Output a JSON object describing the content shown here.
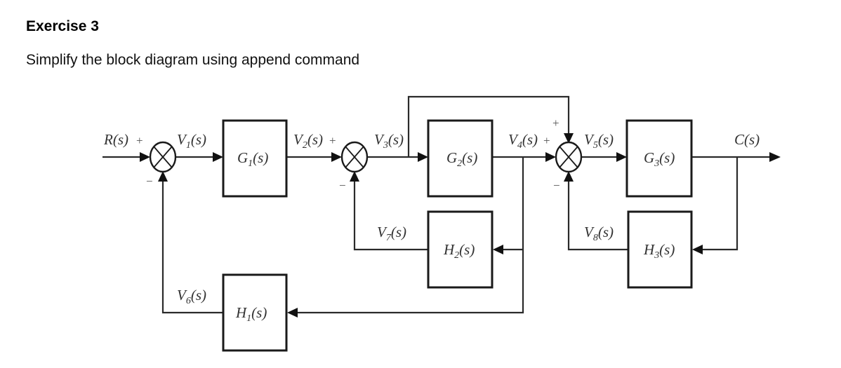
{
  "header": {
    "title": "Exercise 3",
    "instruction": "Simplify the block diagram using append command"
  },
  "diagram": {
    "input_signal": {
      "name": "R",
      "sub": "",
      "arg": "(s)"
    },
    "output_signal": {
      "name": "C",
      "sub": "",
      "arg": "(s)"
    },
    "blocks": [
      {
        "id": "G1",
        "name": "G",
        "sub": "1",
        "arg": "(s)"
      },
      {
        "id": "G2",
        "name": "G",
        "sub": "2",
        "arg": "(s)"
      },
      {
        "id": "G3",
        "name": "G",
        "sub": "3",
        "arg": "(s)"
      },
      {
        "id": "H1",
        "name": "H",
        "sub": "1",
        "arg": "(s)"
      },
      {
        "id": "H2",
        "name": "H",
        "sub": "2",
        "arg": "(s)"
      },
      {
        "id": "H3",
        "name": "H",
        "sub": "3",
        "arg": "(s)"
      }
    ],
    "signals": [
      {
        "id": "V1",
        "name": "V",
        "sub": "1",
        "arg": "(s)"
      },
      {
        "id": "V2",
        "name": "V",
        "sub": "2",
        "arg": "(s)"
      },
      {
        "id": "V3",
        "name": "V",
        "sub": "3",
        "arg": "(s)"
      },
      {
        "id": "V4",
        "name": "V",
        "sub": "4",
        "arg": "(s)"
      },
      {
        "id": "V5",
        "name": "V",
        "sub": "5",
        "arg": "(s)"
      },
      {
        "id": "V6",
        "name": "V",
        "sub": "6",
        "arg": "(s)"
      },
      {
        "id": "V7",
        "name": "V",
        "sub": "7",
        "arg": "(s)"
      },
      {
        "id": "V8",
        "name": "V",
        "sub": "8",
        "arg": "(s)"
      }
    ],
    "summing_junctions": [
      {
        "id": "S1",
        "signs": {
          "left": "+",
          "bottom": "−"
        }
      },
      {
        "id": "S2",
        "signs": {
          "left": "+",
          "bottom": "−"
        }
      },
      {
        "id": "S3",
        "signs": {
          "left": "+",
          "top": "+",
          "bottom": "−"
        }
      }
    ]
  }
}
